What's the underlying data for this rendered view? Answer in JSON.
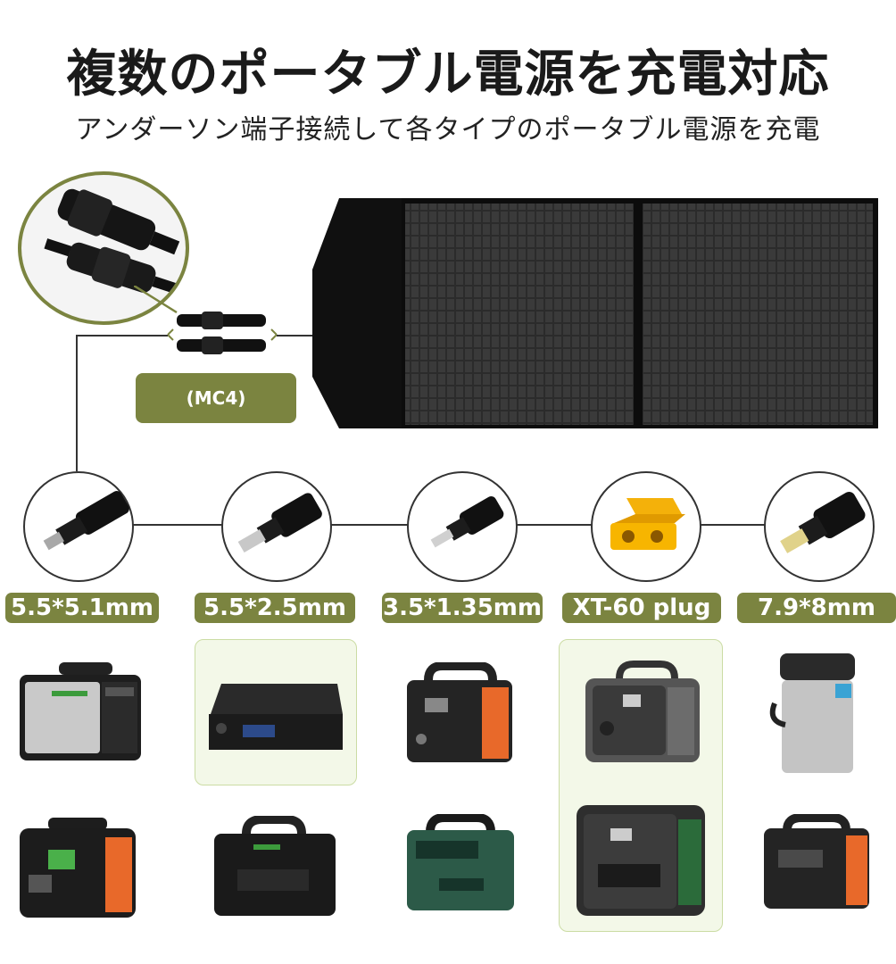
{
  "title": "複数のポータブル電源を充電対応",
  "subtitle": "アンダーソン端子接続して各タイプのポータブル電源を充電",
  "mc4": {
    "label": "(MC4)"
  },
  "connectors": [
    {
      "label": "5.5*5.1mm"
    },
    {
      "label": "5.5*2.5mm"
    },
    {
      "label": "3.5*1.35mm"
    },
    {
      "label": "XT-60 plug"
    },
    {
      "label": "7.9*8mm"
    }
  ],
  "colors": {
    "accent": "#7b8440",
    "highlight_bg": "#f3f8e8",
    "panel": "#161616",
    "orange": "#e8692a"
  }
}
